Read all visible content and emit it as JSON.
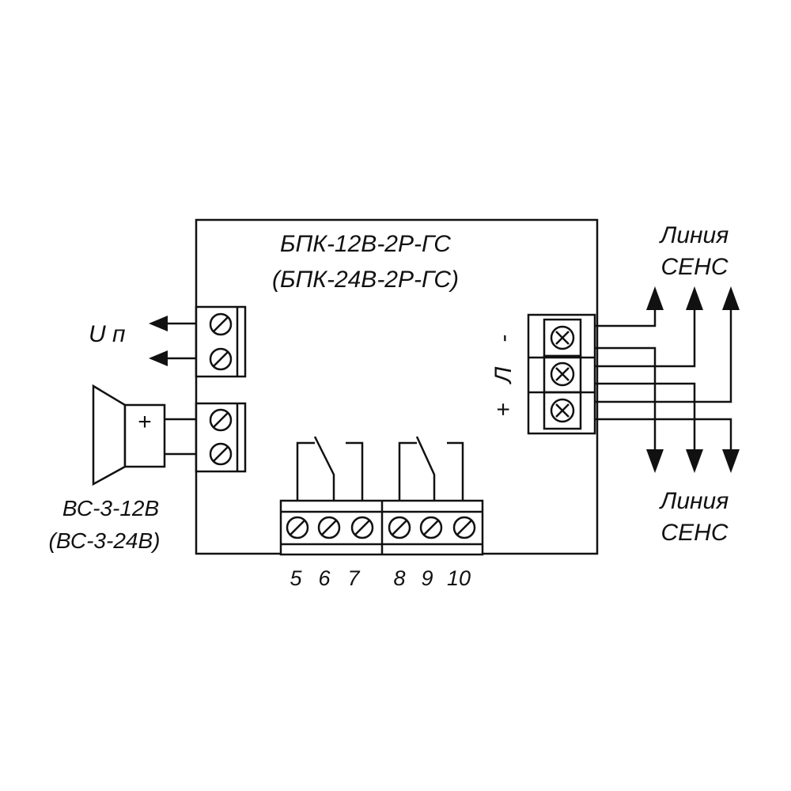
{
  "device": {
    "model": "БПК-12В-2Р-ГС",
    "model_alt": "(БПК-24В-2Р-ГС)"
  },
  "power": {
    "label": "U п"
  },
  "siren": {
    "model": "ВС-3-12В",
    "model_alt": "(ВС-3-24В)",
    "polarity": "+"
  },
  "line_terminal": {
    "minus": "-",
    "line": "Л",
    "plus": "+"
  },
  "sens_line": {
    "top_label_1": "Линия",
    "top_label_2": "СЕНС",
    "bottom_label_1": "Линия",
    "bottom_label_2": "СЕНС"
  },
  "relay_terminals": [
    "5",
    "6",
    "7",
    "8",
    "9",
    "10"
  ]
}
